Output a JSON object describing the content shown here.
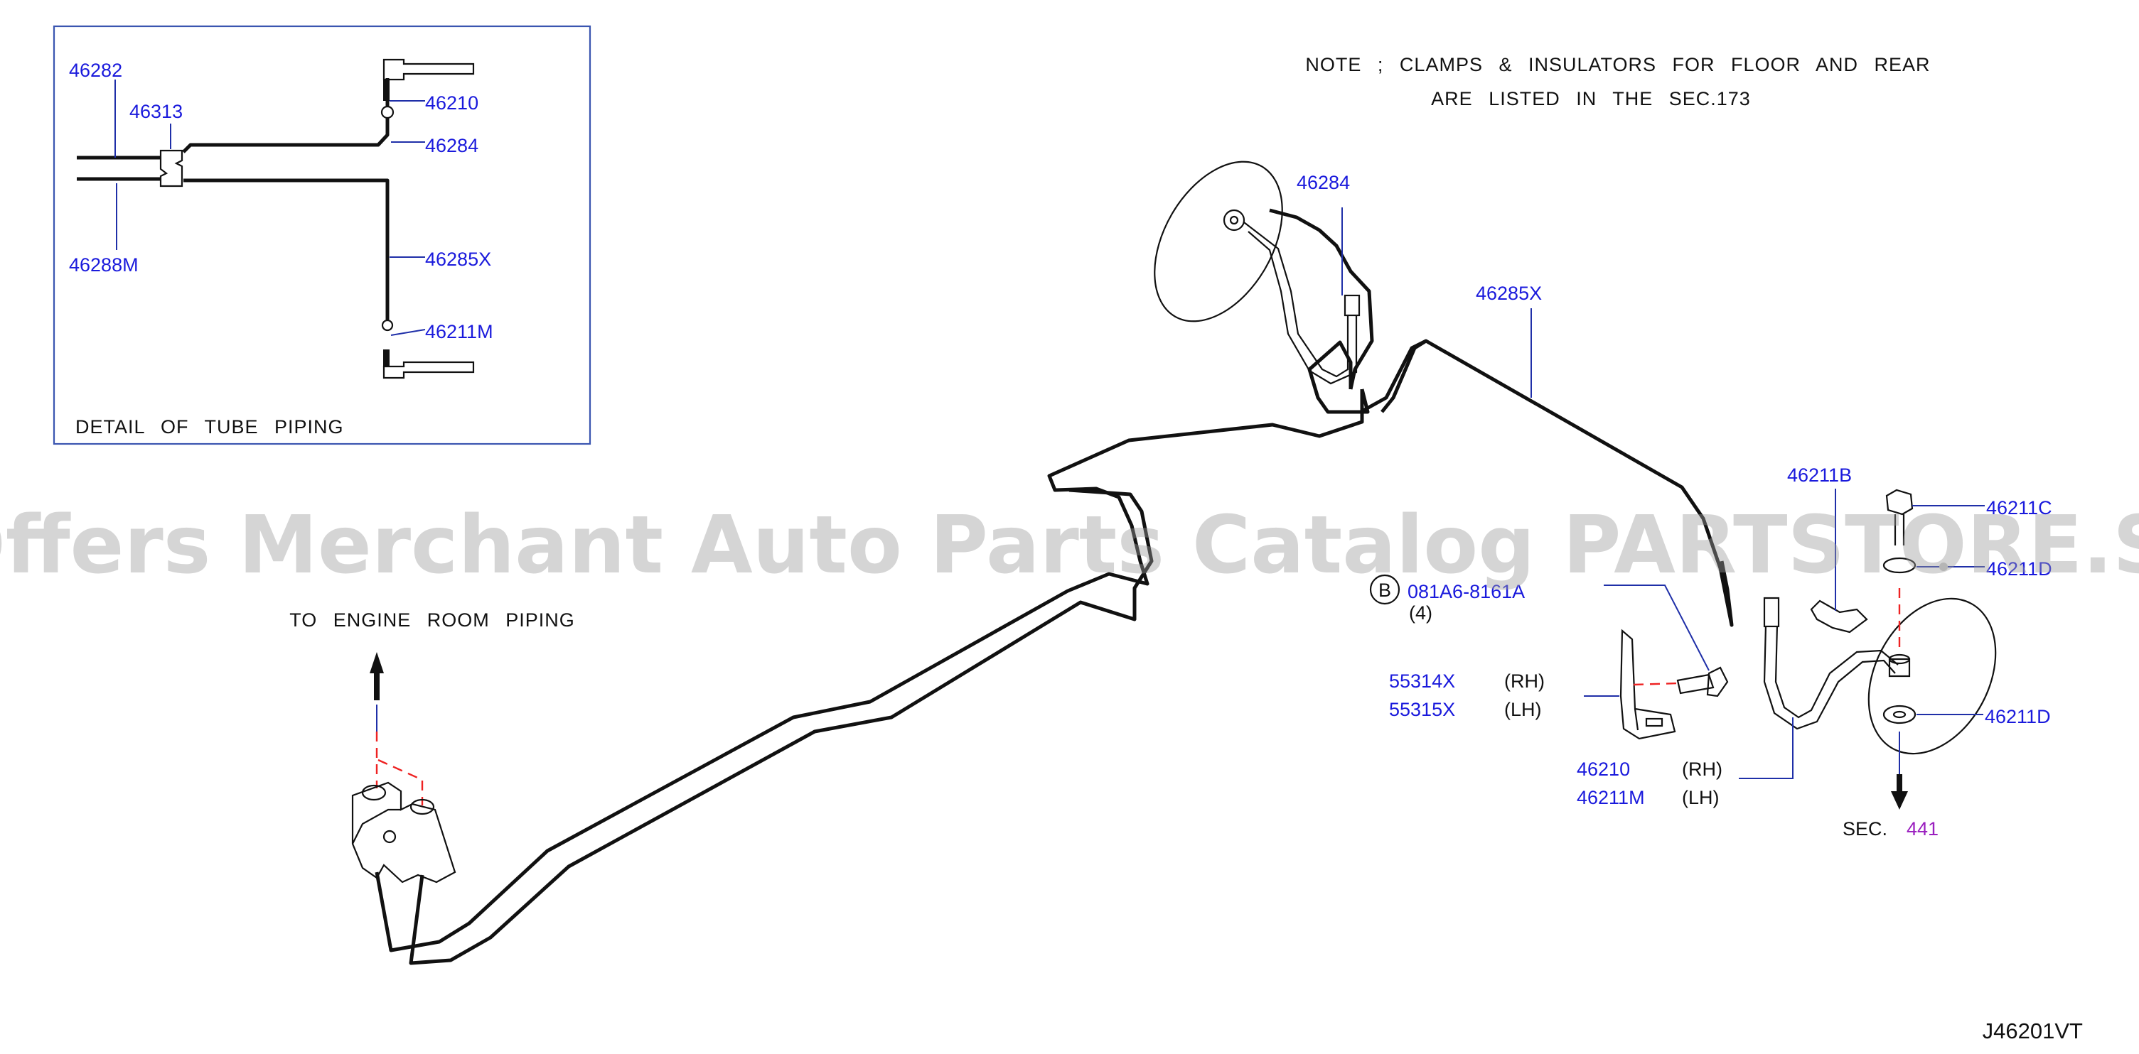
{
  "detail_box": {
    "title": "DETAIL OF TUBE PIPING",
    "labels": {
      "p46282": "46282",
      "p46313": "46313",
      "p46210": "46210",
      "p46284": "46284",
      "p46288M": "46288M",
      "p46285X": "46285X",
      "p46211M": "46211M"
    }
  },
  "note": {
    "line1": "NOTE ; CLAMPS & INSULATORS FOR FLOOR AND REAR",
    "line2": "ARE LISTED IN THE SEC.173"
  },
  "watermark": "Offers Merchant Auto Parts Catalog PARTSTORE.SA",
  "engine_room": "TO ENGINE ROOM PIPING",
  "main_labels": {
    "p46284": "46284",
    "p46285X": "46285X",
    "p46211B": "46211B",
    "p46211C": "46211C",
    "p46211D_top": "46211D",
    "p46211D": "46211D",
    "bolt_circle": "B",
    "bolt": "081A6-8161A",
    "bolt_qty": "(4)",
    "p55314X": "55314X",
    "p55314X_side": "(RH)",
    "p55315X": "55315X",
    "p55315X_side": "(LH)",
    "p46210": "46210",
    "p46210_side": "(RH)",
    "p46211M": "46211M",
    "p46211M_side": "(LH)"
  },
  "section_ref": {
    "prefix": "SEC.",
    "number": "441"
  },
  "diagram_code": "J46201VT"
}
